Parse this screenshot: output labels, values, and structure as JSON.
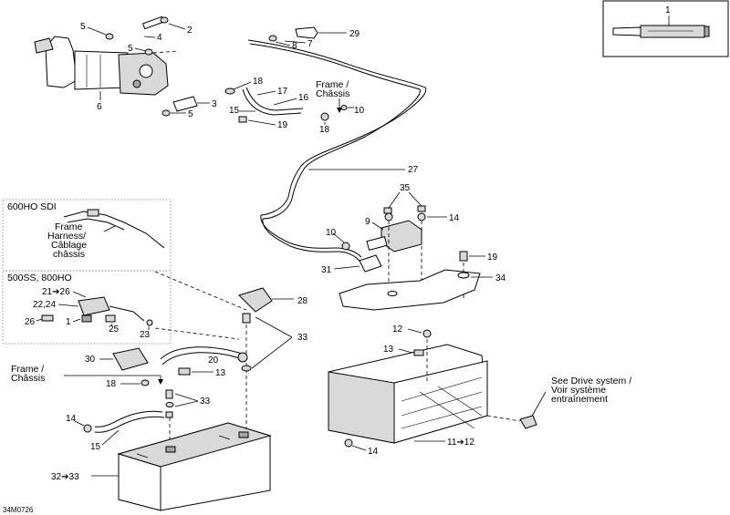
{
  "diagram_code": "34M0726",
  "callouts": {
    "c1": "1",
    "c2": "2",
    "c3": "3",
    "c4": "4",
    "c5a": "5",
    "c5b": "5",
    "c5c": "5",
    "c6": "6",
    "c7": "7",
    "c8": "8",
    "c10a": "10",
    "c10b": "10",
    "c12": "12",
    "c13a": "13",
    "c13b": "13",
    "c14a": "14",
    "c14b": "14",
    "c14c": "14",
    "c15a": "15",
    "c15b": "15",
    "c16": "16",
    "c17": "17",
    "c18a": "18",
    "c18b": "18",
    "c18c": "18",
    "c19a": "19",
    "c19b": "19",
    "c20": "20",
    "c21_26": "21➔26",
    "c22_24": "22,24",
    "c23": "23",
    "c25": "25",
    "c26": "26",
    "c1b": "1",
    "c27": "27",
    "c28": "28",
    "c29": "29",
    "c30": "30",
    "c31": "31",
    "c32_33": "32➔33",
    "c33a": "33",
    "c33b": "33",
    "c34": "34",
    "c35": "35",
    "c9": "9",
    "c11_12": "11➔12"
  },
  "labels": {
    "frame_chassis_top_1": "Frame /",
    "frame_chassis_top_2": "Châssis",
    "frame_chassis_left_1": "Frame /",
    "frame_chassis_left_2": "Châssis",
    "harness_1": "Frame",
    "harness_2": "Harness/",
    "harness_3": "Câblage",
    "harness_4": "châssis",
    "drive_1": "See Drive system /",
    "drive_2": "Voir système",
    "drive_3": "entraînement"
  },
  "boxes": {
    "variant_a": "600HO SDI",
    "variant_b": "500SS, 800HO"
  }
}
